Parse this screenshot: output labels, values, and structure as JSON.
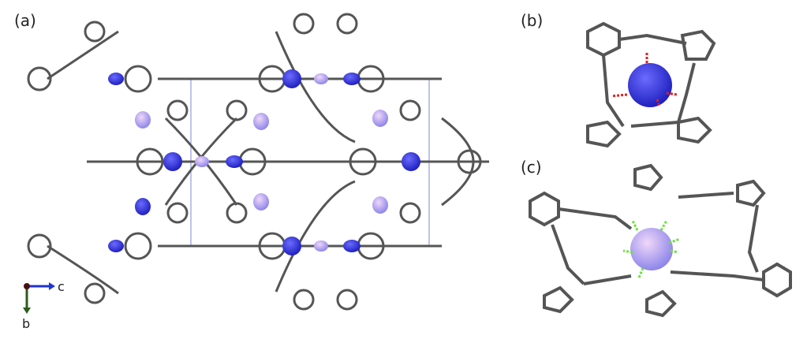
{
  "figure": {
    "panels": [
      {
        "label": "(a)",
        "description": "Crystal packing of molecular cages viewed along the a-axis with unit cell outline and encapsulated anions"
      },
      {
        "label": "(b)",
        "description": "Single cage encapsulating a dark blue anion, red dashed contacts"
      },
      {
        "label": "(c)",
        "description": "Single cage encapsulating a light purple anion, green dashed contacts"
      }
    ],
    "axes": {
      "horizontal": "c",
      "vertical": "b"
    },
    "colors": {
      "carbon": "#4a4a4a",
      "nitrogen": "#2b3fe0",
      "hydrogen": "#f0f0f0",
      "anion_dark": "#2a2ad8",
      "anion_light": "#a59af0",
      "unit_cell": "#7d84e0",
      "contact_b": "#e02020",
      "contact_c": "#6ee040",
      "axis_c": "#1f35d6",
      "axis_b": "#2e5c1e",
      "origin": "#4a1010"
    }
  }
}
